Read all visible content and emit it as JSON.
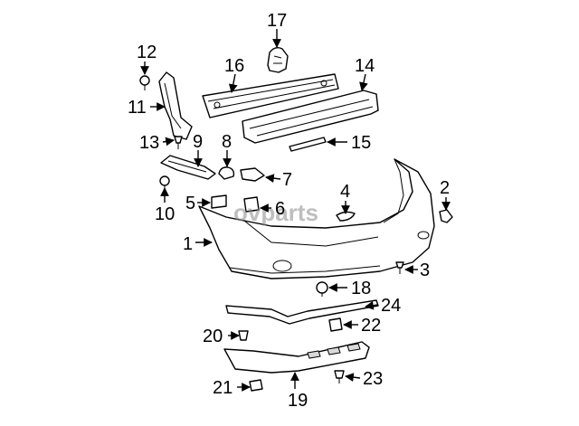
{
  "watermark": "ovparts",
  "callouts": [
    {
      "id": "1",
      "label": "1"
    },
    {
      "id": "2",
      "label": "2"
    },
    {
      "id": "3",
      "label": "3"
    },
    {
      "id": "4",
      "label": "4"
    },
    {
      "id": "5",
      "label": "5"
    },
    {
      "id": "6",
      "label": "6"
    },
    {
      "id": "7",
      "label": "7"
    },
    {
      "id": "8",
      "label": "8"
    },
    {
      "id": "9",
      "label": "9"
    },
    {
      "id": "10",
      "label": "10"
    },
    {
      "id": "11",
      "label": "11"
    },
    {
      "id": "12",
      "label": "12"
    },
    {
      "id": "13",
      "label": "13"
    },
    {
      "id": "14",
      "label": "14"
    },
    {
      "id": "15",
      "label": "15"
    },
    {
      "id": "16",
      "label": "16"
    },
    {
      "id": "17",
      "label": "17"
    },
    {
      "id": "18",
      "label": "18"
    },
    {
      "id": "19",
      "label": "19"
    },
    {
      "id": "20",
      "label": "20"
    },
    {
      "id": "21",
      "label": "21"
    },
    {
      "id": "22",
      "label": "22"
    },
    {
      "id": "23",
      "label": "23"
    },
    {
      "id": "24",
      "label": "24"
    }
  ]
}
